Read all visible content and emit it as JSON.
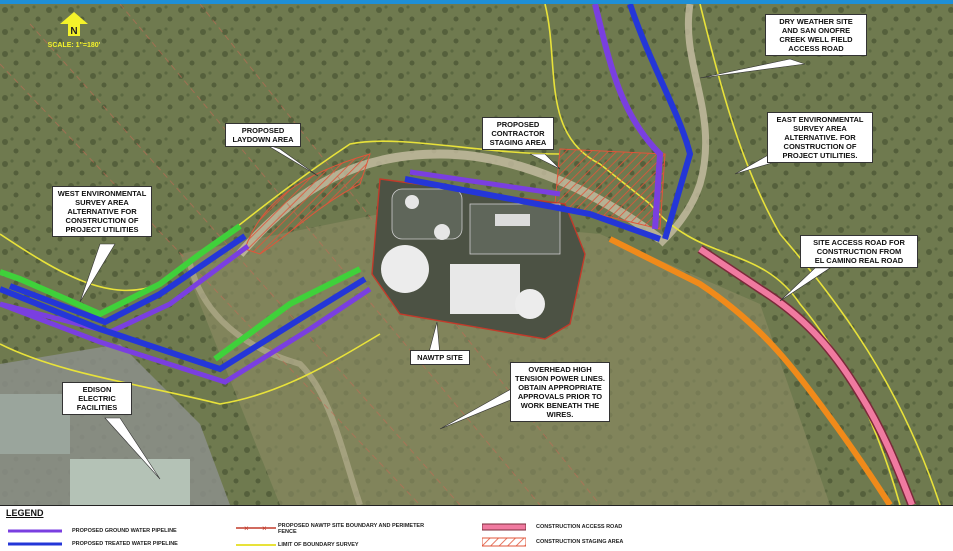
{
  "north": {
    "letter": "N",
    "scale": "SCALE: 1\"=180'"
  },
  "callouts": {
    "dry_weather": [
      "DRY WEATHER SITE",
      "AND SAN ONOFRE",
      "CREEK WELL FIELD",
      "ACCESS ROAD"
    ],
    "east_env": [
      "EAST ENVIRONMENTAL",
      "SURVEY AREA",
      "ALTERNATIVE. FOR",
      "CONSTRUCTION OF",
      "PROJECT UTILITIES."
    ],
    "laydown": [
      "PROPOSED",
      "LAYDOWN AREA"
    ],
    "contractor": [
      "PROPOSED",
      "CONTRACTOR",
      "STAGING AREA"
    ],
    "west_env": [
      "WEST ENVIRONMENTAL",
      "SURVEY AREA",
      "ALTERNATIVE FOR",
      "CONSTRUCTION OF",
      "PROJECT UTILITIES"
    ],
    "site_access": [
      "SITE ACCESS ROAD FOR",
      "CONSTRUCTION FROM",
      "EL CAMINO REAL ROAD"
    ],
    "nawtp": [
      "NAWTP SITE"
    ],
    "overhead": [
      "OVERHEAD HIGH",
      "TENSION POWER LINES.",
      "OBTAIN APPROPRIATE",
      "APPROVALS PRIOR TO",
      "WORK BENEATH THE",
      "WIRES."
    ],
    "edison": [
      "EDISON",
      "ELECTRIC",
      "FACILITIES"
    ]
  },
  "legend": {
    "title": "LEGEND",
    "ground_water": "PROPOSED GROUND WATER PIPELINE",
    "treated_water": "PROPOSED TREATED WATER PIPELINE",
    "boundary": "PROPOSED NAWTP SITE BOUNDARY AND PERIMETER FENCE",
    "survey_boundary": "LIMIT OF BOUNDARY SURVEY",
    "access_road": "CONSTRUCTION ACCESS ROAD",
    "staging": "CONSTRUCTION STAGING AREA"
  },
  "colors": {
    "ground_water": "#7a3fe0",
    "treated_water": "#2436d8",
    "green_pipeline": "#3fd13a",
    "access_road": "#f07aa0",
    "orange_route": "#f08a1a",
    "survey_boundary": "#e8e23a",
    "site_boundary": "#c23a2a",
    "staging_hatch": "#e0553a",
    "terrain": "#6f7a4f"
  }
}
